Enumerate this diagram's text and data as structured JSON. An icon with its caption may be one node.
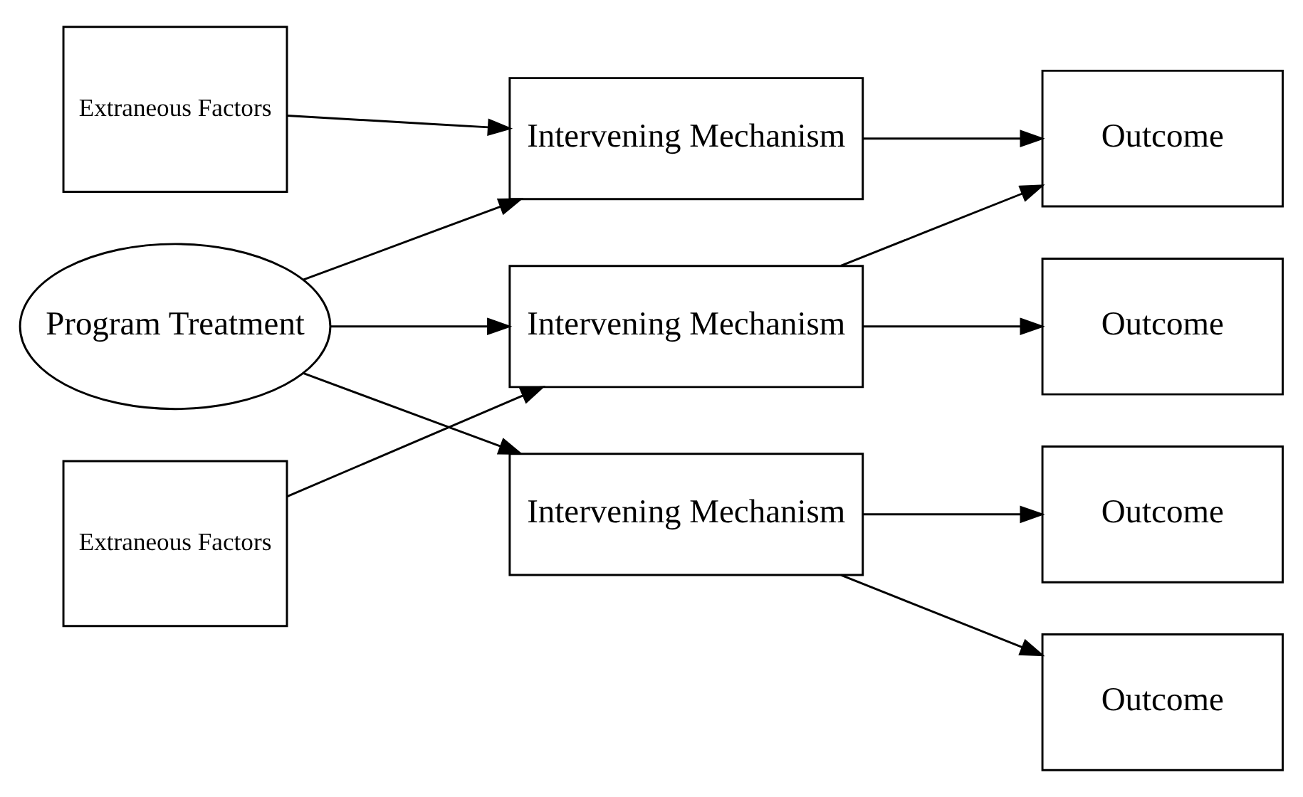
{
  "diagram": {
    "nodes": [
      {
        "text": [
          "Program Treatment"
        ]
      },
      {
        "text": [
          "Intervening Mechanism"
        ]
      },
      {
        "text": [
          "Intervening Mechanism"
        ]
      },
      {
        "text": [
          "Intervening Mechanism"
        ]
      },
      {
        "text": [
          "Outcome"
        ]
      },
      {
        "text": [
          "Outcome"
        ]
      },
      {
        "text": [
          "Outcome"
        ]
      },
      {
        "text": [
          "Outcome"
        ]
      },
      {
        "text": [
          "Extraneous Factors"
        ]
      },
      {
        "text": [
          "Extraneous Factors"
        ]
      }
    ],
    "edges": [
      {
        "from": 0,
        "to": 1,
        "arrow": "to"
      },
      {
        "from": 0,
        "to": 2,
        "arrow": "to"
      },
      {
        "from": 0,
        "to": 3,
        "arrow": "to"
      },
      {
        "from": 8,
        "to": 2,
        "arrow": "to"
      },
      {
        "from": 9,
        "to": 3,
        "arrow": "to"
      },
      {
        "from": 1,
        "to": 4,
        "arrow": "to"
      },
      {
        "from": 1,
        "to": 5,
        "arrow": "to"
      },
      {
        "from": 2,
        "to": 6,
        "arrow": "to"
      },
      {
        "from": 3,
        "to": 6,
        "arrow": "to"
      },
      {
        "from": 3,
        "to": 7,
        "arrow": "to"
      }
    ]
  }
}
